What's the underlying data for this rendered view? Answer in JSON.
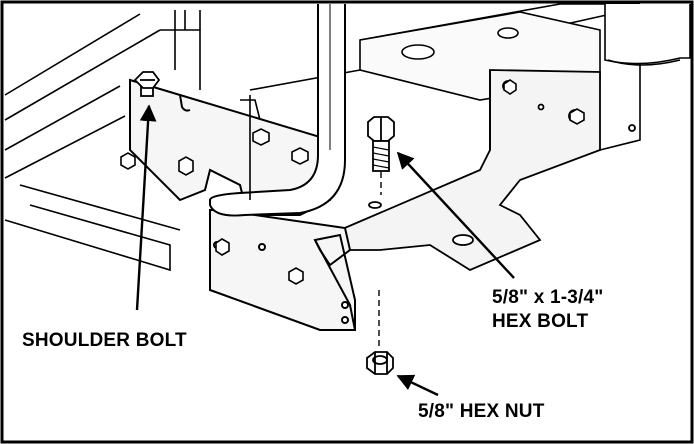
{
  "labels": {
    "shoulder_bolt": "SHOULDER BOLT",
    "hex_bolt_line1": "5/8\" x 1-3/4\"",
    "hex_bolt_line2": "HEX BOLT",
    "hex_nut": "5/8\" HEX NUT"
  },
  "colors": {
    "line": "#000000",
    "background": "#ffffff",
    "metal_light": "#f2f2f2",
    "metal_mid": "#e6e6e6"
  },
  "icons": [
    "shoulder-bolt-icon",
    "hex-bolt-icon",
    "hex-nut-icon"
  ]
}
